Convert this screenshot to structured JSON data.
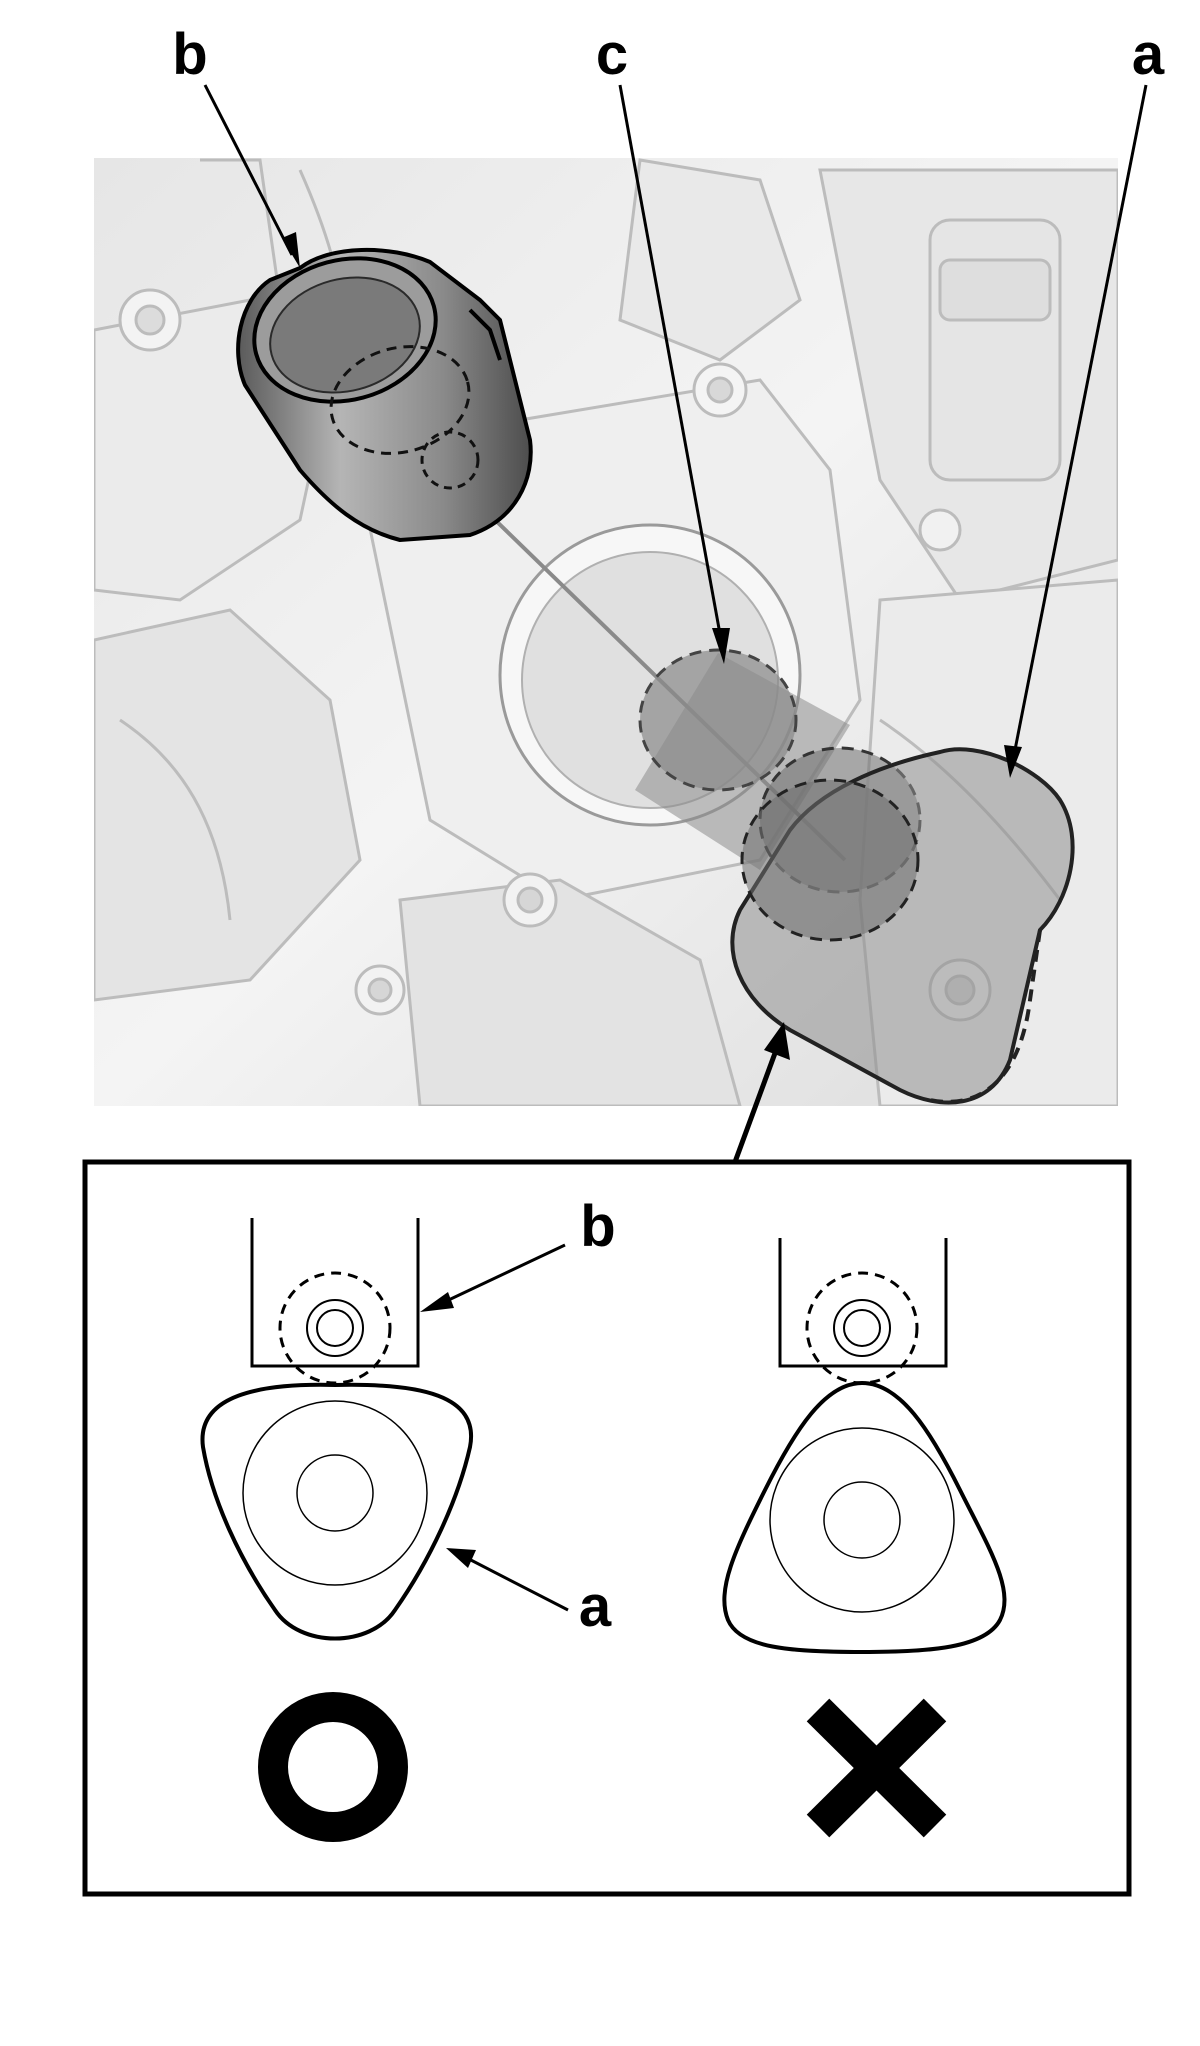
{
  "labels": {
    "top_b": "b",
    "top_c": "c",
    "top_a": "a",
    "inset_b": "b",
    "inset_a": "a"
  },
  "icons": {
    "correct": "circle-o-icon",
    "incorrect": "x-mark-icon"
  },
  "colors": {
    "line": "#000000",
    "engine_light": "#f2f2f2",
    "engine_mid": "#e2e2e2",
    "engine_shadow": "#cfcfcf",
    "part_gray": "#7f7f7f",
    "part_light": "#bdbdbd"
  }
}
